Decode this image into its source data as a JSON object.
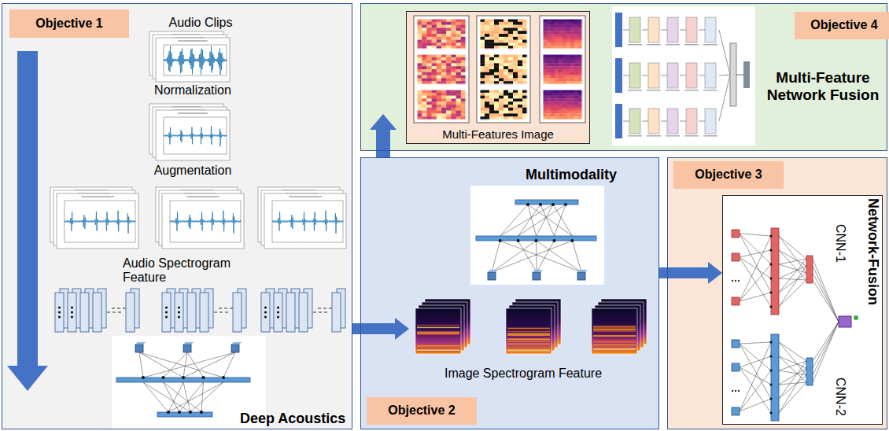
{
  "diagram": {
    "nodes": [
      {
        "text": [
          "Deep Acoustics"
        ]
      },
      {
        "text": [
          "Objective 1"
        ],
        "in": 0
      },
      {
        "text": [
          "Multi-Feature Network Fusion"
        ]
      },
      {
        "text": [
          "Objective 4"
        ],
        "in": 2
      },
      {
        "text": [
          "Multi-Features Image"
        ],
        "in": 2
      },
      {
        "text": [
          "Multimodality",
          "Image Spectrogram Feature"
        ]
      },
      {
        "text": [
          "Objective 2"
        ],
        "in": 5
      },
      {
        "text": []
      },
      {
        "text": [
          "Objective 3"
        ],
        "in": 7
      },
      {
        "text": [
          "Network-Fusion",
          "CNN-1",
          "CNN-2"
        ],
        "in": 7
      }
    ],
    "edges": [
      {
        "from": 0,
        "to": 5,
        "arrow": "to"
      },
      {
        "from": 5,
        "to": 9,
        "arrow": "to"
      },
      {
        "from": 5,
        "to": 2,
        "arrow": "to"
      }
    ],
    "labels": [
      "Audio Clips",
      "Normalization",
      "Augmentation",
      "Audio Spectrogram Feature"
    ]
  }
}
